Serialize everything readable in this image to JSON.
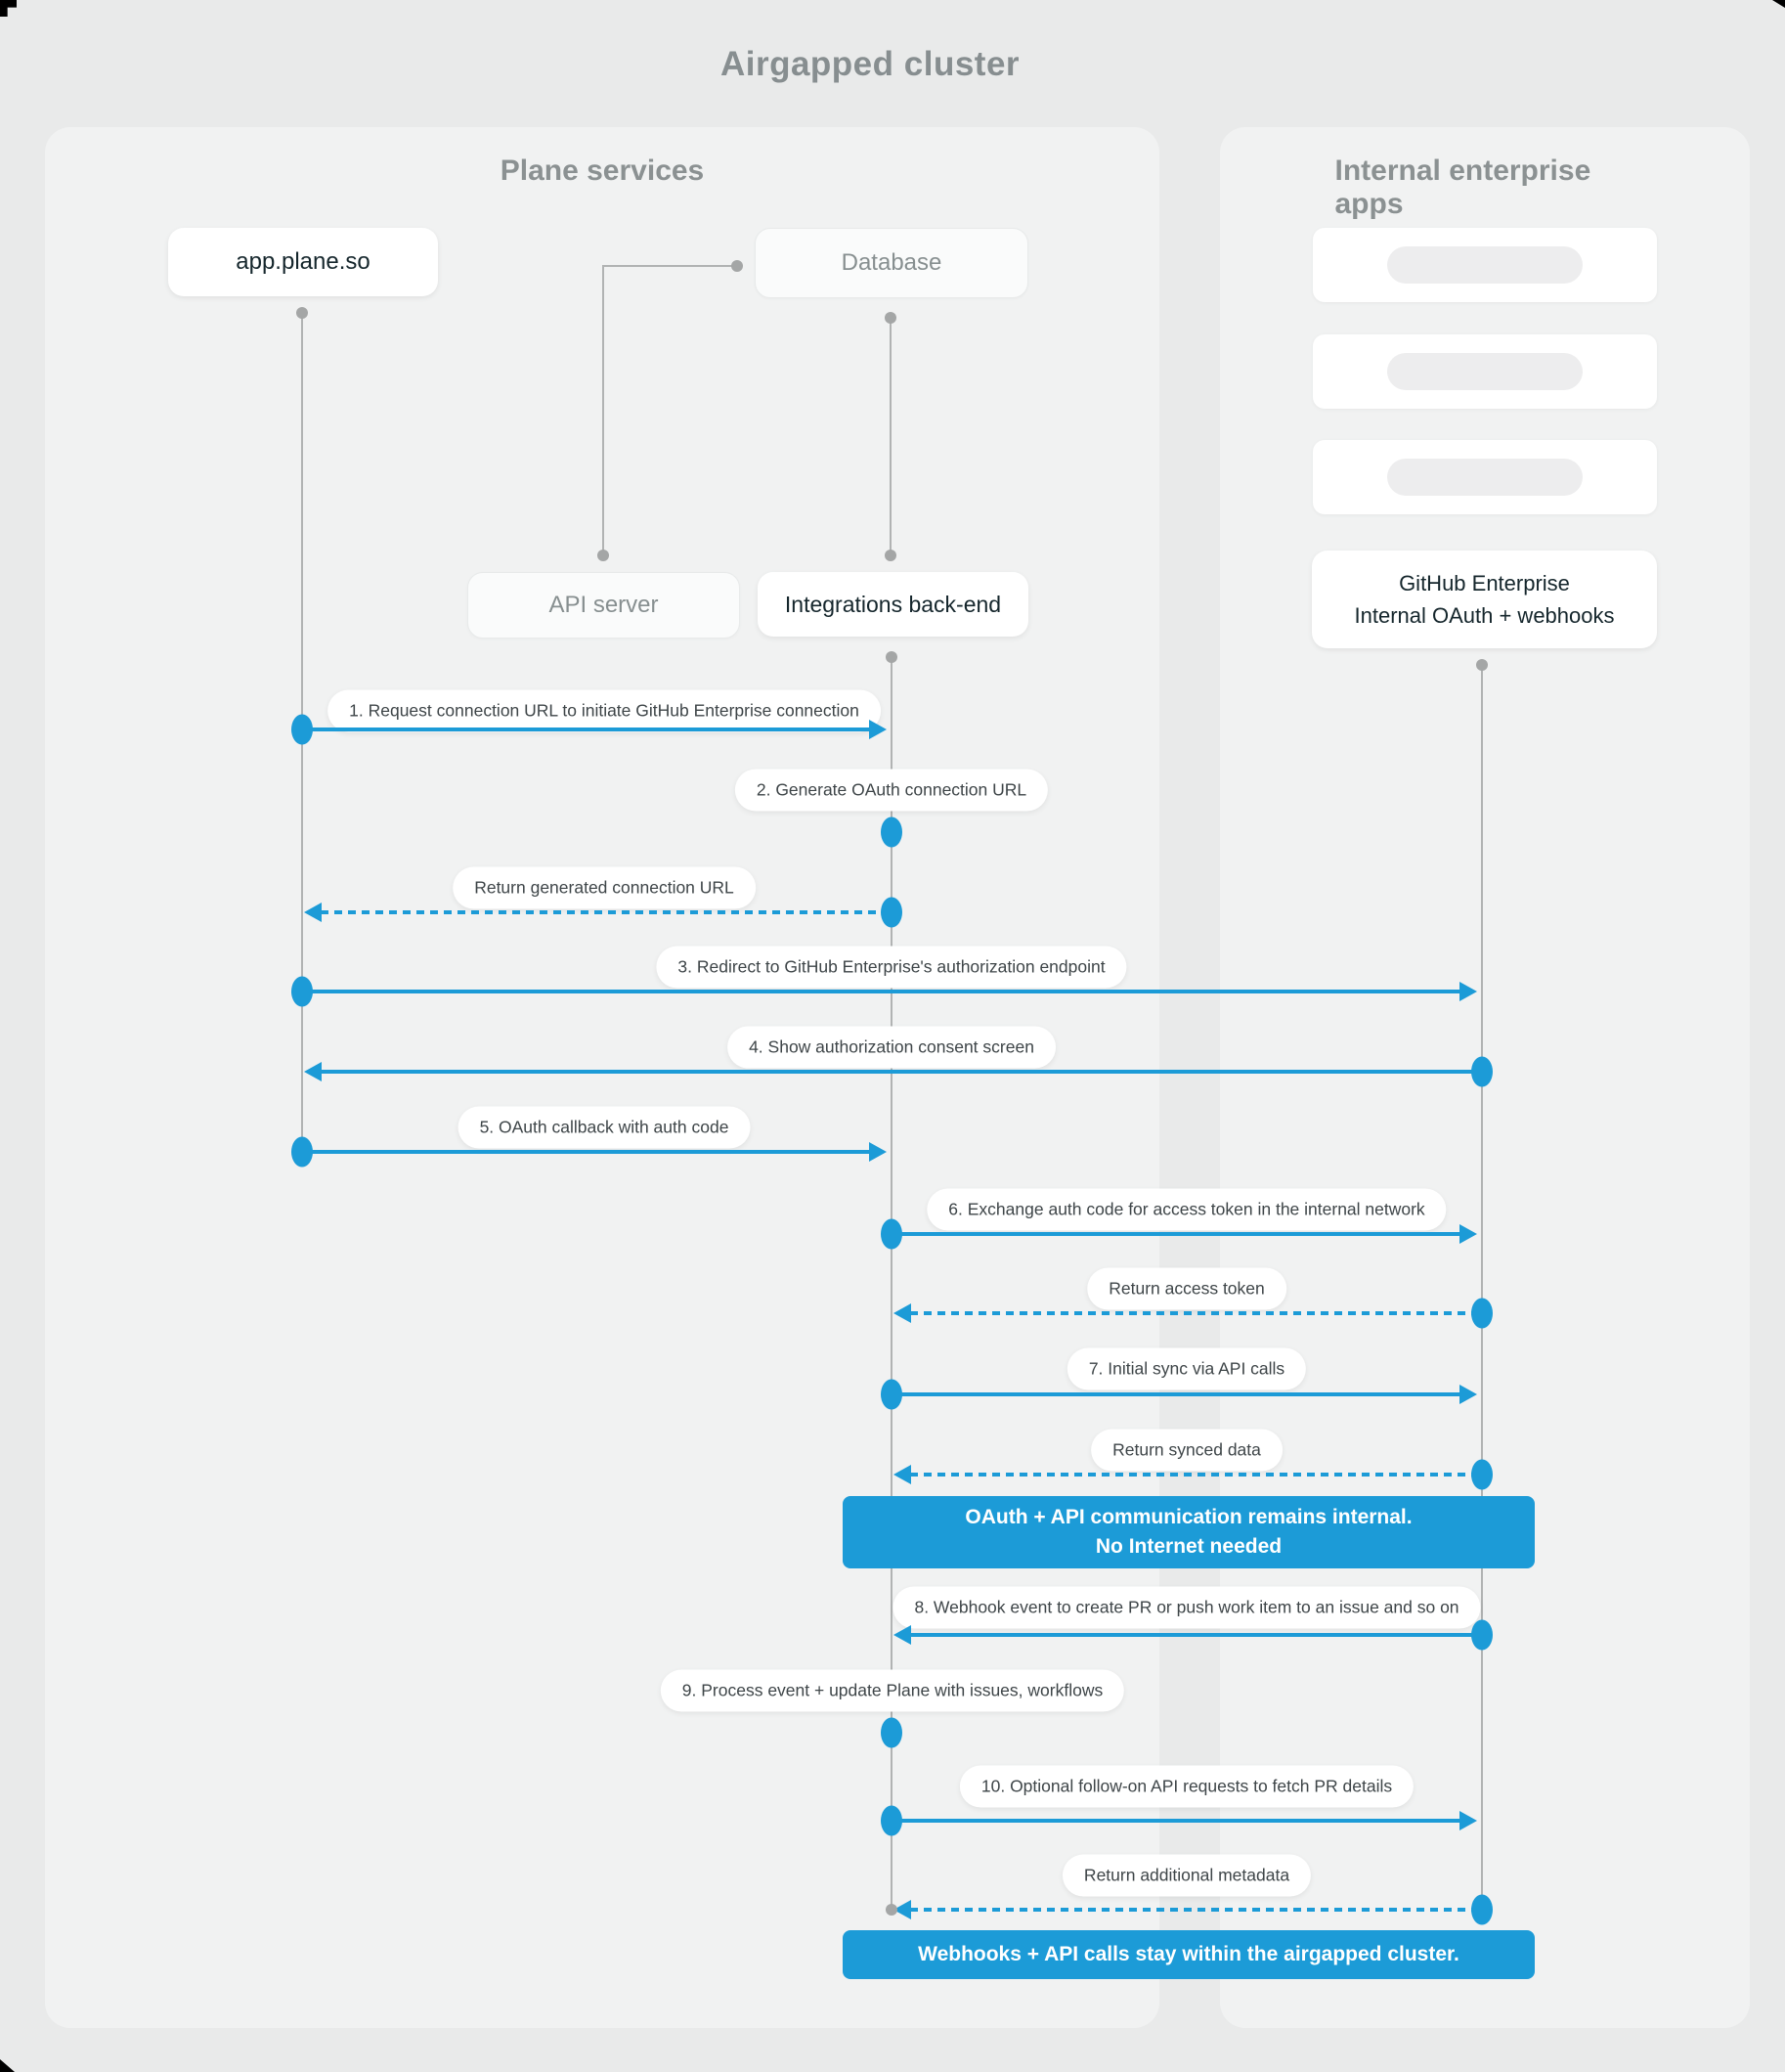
{
  "title": "Airgapped cluster",
  "groups": {
    "plane": {
      "label": "Plane services"
    },
    "internal": {
      "label": "Internal enterprise apps"
    }
  },
  "nodes": {
    "app_plane": {
      "label": "app.plane.so"
    },
    "database": {
      "label": "Database"
    },
    "api_server": {
      "label": "API server"
    },
    "integrations": {
      "label": "Integrations back-end"
    },
    "github": {
      "line1": "GitHub Enterprise",
      "line2": "Internal OAuth + webhooks"
    }
  },
  "placeholder_cards": 3,
  "messages": [
    {
      "label": "1. Request connection URL to initiate GitHub Enterprise connection",
      "type": "solid",
      "from": "app.plane.so",
      "to": "Integrations back-end"
    },
    {
      "label": "2. Generate OAuth connection URL",
      "type": "self",
      "from": "Integrations back-end",
      "to": "Integrations back-end"
    },
    {
      "label": "Return generated connection URL",
      "type": "dashed",
      "from": "Integrations back-end",
      "to": "app.plane.so"
    },
    {
      "label": "3. Redirect to GitHub Enterprise's authorization endpoint",
      "type": "solid",
      "from": "app.plane.so",
      "to": "GitHub Enterprise"
    },
    {
      "label": "4. Show authorization consent screen",
      "type": "solid",
      "from": "GitHub Enterprise",
      "to": "app.plane.so"
    },
    {
      "label": "5. OAuth callback with auth code",
      "type": "solid",
      "from": "app.plane.so",
      "to": "Integrations back-end"
    },
    {
      "label": "6. Exchange auth code for access token in the internal network",
      "type": "solid",
      "from": "Integrations back-end",
      "to": "GitHub Enterprise"
    },
    {
      "label": "Return access token",
      "type": "dashed",
      "from": "GitHub Enterprise",
      "to": "Integrations back-end"
    },
    {
      "label": "7. Initial sync via API calls",
      "type": "solid",
      "from": "Integrations back-end",
      "to": "GitHub Enterprise"
    },
    {
      "label": "Return synced data",
      "type": "dashed",
      "from": "GitHub Enterprise",
      "to": "Integrations back-end"
    },
    {
      "label": "8. Webhook event to create PR  or push work item to an issue  and so on",
      "type": "solid",
      "from": "GitHub Enterprise",
      "to": "Integrations back-end"
    },
    {
      "label": "9. Process event + update Plane with issues, workflows",
      "type": "self",
      "from": "Integrations back-end",
      "to": "Integrations back-end"
    },
    {
      "label": "10. Optional follow-on API requests to fetch PR details",
      "type": "solid",
      "from": "Integrations back-end",
      "to": "GitHub Enterprise"
    },
    {
      "label": "Return additional metadata",
      "type": "dashed",
      "from": "GitHub Enterprise",
      "to": "Integrations back-end"
    }
  ],
  "notes": [
    {
      "line1": "OAuth + API communication remains internal.",
      "line2": "No Internet needed"
    },
    {
      "line1": "Webhooks + API calls stay within the airgapped cluster."
    }
  ],
  "colors": {
    "accent_blue": "#1c9bd7",
    "page_bg": "#e9eaea",
    "panel_bg": "#f1f2f2",
    "lifeline_gray": "#b1b3b3",
    "dark_text": "#15262c",
    "muted_text": "#878f90"
  }
}
